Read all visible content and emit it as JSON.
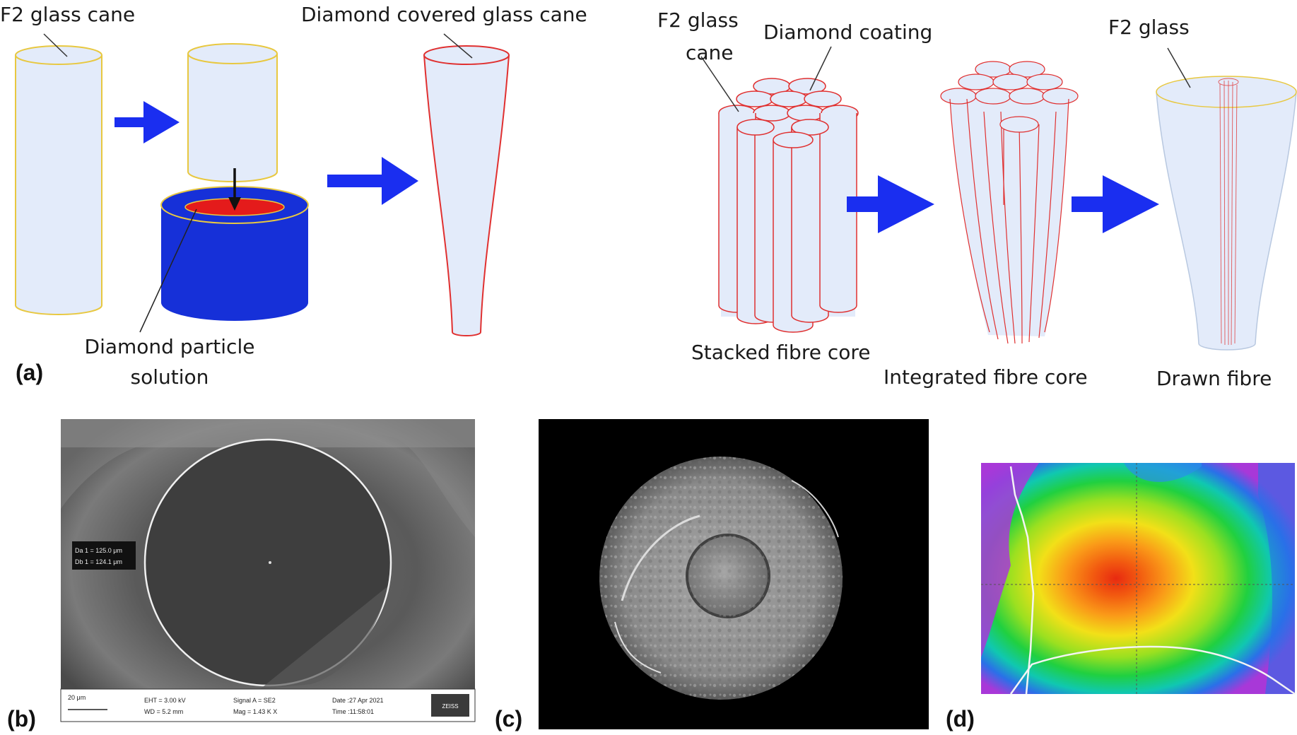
{
  "panel_a": {
    "label": "(a)",
    "f2_glass_cane": "F2 glass cane",
    "diamond_covered": "Diamond covered glass cane",
    "diamond_solution_line1": "Diamond particle",
    "diamond_solution_line2": "solution",
    "f2_cane_line1": "F2 glass",
    "f2_cane_line2": "cane",
    "diamond_coating": "Diamond coating",
    "f2_glass": "F2 glass",
    "stacked": "Stacked fibre core",
    "integrated": "Integrated fibre core",
    "drawn": "Drawn fibre"
  },
  "panel_b": {
    "label": "(b)",
    "measure1": "Da 1 = 125.0 μm",
    "measure2": "Db 1 = 124.1 μm",
    "scale": "20 μm",
    "eht": "EHT = 3.00 kV",
    "wd": "WD = 5.2 mm",
    "signal": "Signal A = SE2",
    "mag": "Mag = 1.43 K X",
    "date": "Date :27 Apr 2021",
    "time": "Time :11:58:01",
    "logo": "ZEISS"
  },
  "panel_c": {
    "label": "(c)"
  },
  "panel_d": {
    "label": "(d)"
  },
  "colors": {
    "glass": "#e3ebfa",
    "yellow_edge": "#e8c840",
    "red_edge": "#e03030",
    "arrow": "#1a2ef0",
    "beaker": "#1630d8",
    "solution": "#e41b1b"
  }
}
